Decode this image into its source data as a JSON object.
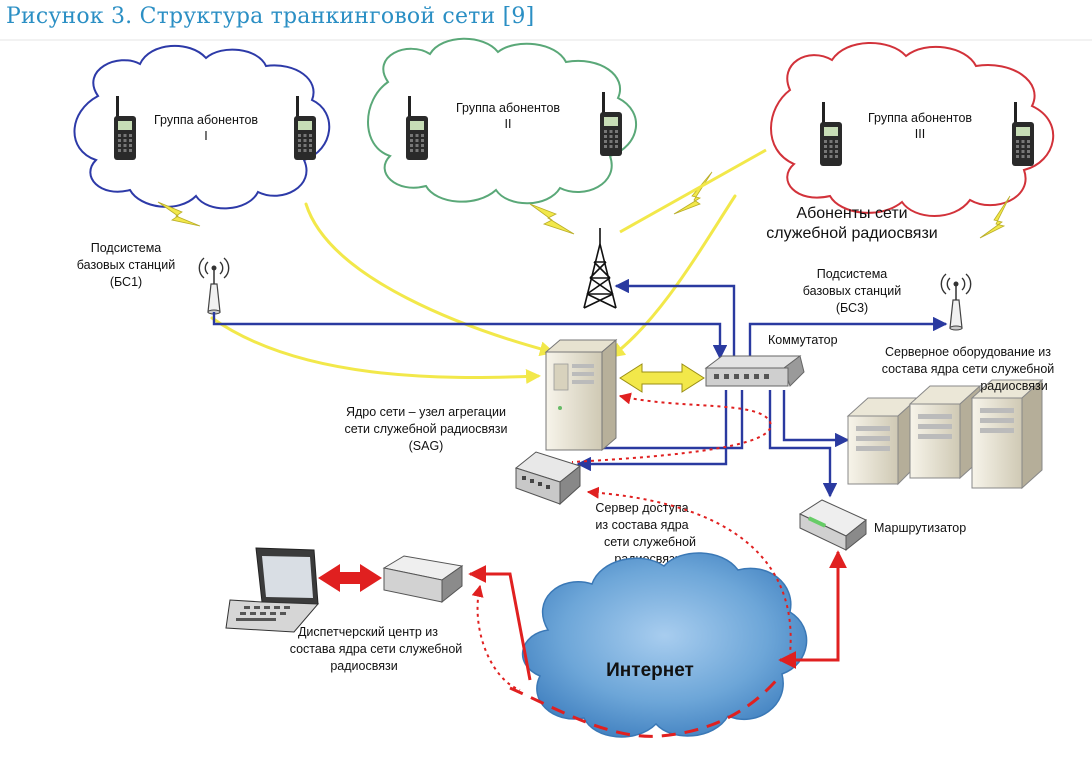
{
  "figure": {
    "title": "Рисунок 3. Структура транкинговой сети [9]"
  },
  "groups": [
    {
      "line1": "Группа  абонентов",
      "line2": "I",
      "color": "#2d3aa8"
    },
    {
      "line1": "Группа  абонентов",
      "line2": "II",
      "color": "#5aa878"
    },
    {
      "line1": "Группа  абонентов",
      "line2": "III",
      "color": "#d2323a"
    }
  ],
  "labels": {
    "bs1": [
      "Подсистема",
      "базовых станций",
      "(БС1)"
    ],
    "bs3": [
      "Подсистема",
      "базовых станций",
      "(БС3)"
    ],
    "subscribers": [
      "Абоненты сети",
      "служебной радиосвязи"
    ],
    "switch": "Коммутатор",
    "servers": [
      "Серверное оборудование из",
      "состава   ядра сети   служебной",
      "радиосвязи"
    ],
    "core": [
      "Ядро сети – узел агрегации",
      "сети   служебной радиосвязи",
      "(SAG)"
    ],
    "access": [
      "Сервер доступа",
      "из состава   ядра",
      "сети   служебной",
      "радиосвязи"
    ],
    "router": "Маршрутизатор",
    "dispatch": [
      "Диспетчерский центр  из",
      "состава  ядра сети   служебной",
      "радиосвязи"
    ],
    "internet": "Интернет"
  },
  "colors": {
    "title": "#2b8fc4",
    "blue_link": "#2a3aa0",
    "red_link": "#e02020",
    "yellow_link": "#f2e84a",
    "cloud_fill": "#6da6d8"
  }
}
